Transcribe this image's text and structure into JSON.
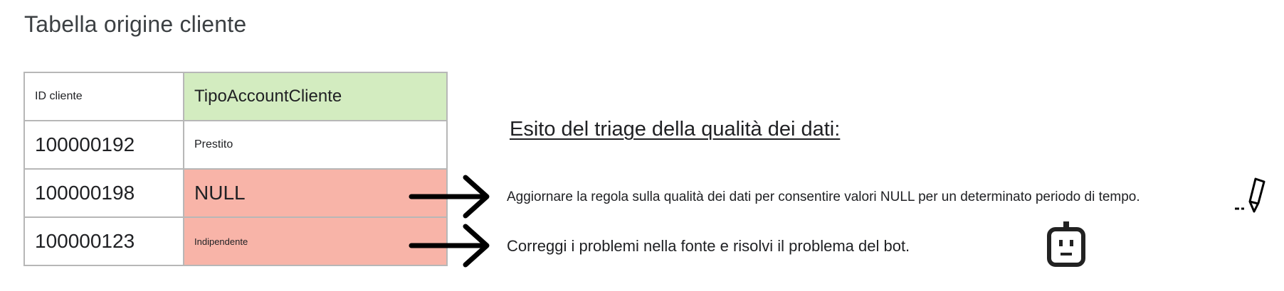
{
  "title": "Tabella origine cliente",
  "table": {
    "headers": [
      "ID cliente",
      "TipoAccountCliente"
    ],
    "rows": [
      {
        "id": "100000192",
        "account_type": "Prestito"
      },
      {
        "id": "100000198",
        "account_type": "NULL"
      },
      {
        "id": "100000123",
        "account_type": "Indipendente"
      }
    ]
  },
  "outcome": {
    "title": "Esito del triage della qualità dei dati:",
    "items": [
      "Aggiornare la regola sulla qualità dei dati per consentire valori NULL per un determinato periodo di tempo.",
      "Correggi i problemi nella fonte e risolvi il problema del bot."
    ]
  },
  "icons": {
    "edit": "pencil-icon",
    "bot": "robot-icon",
    "arrow": "right-arrow-icon"
  },
  "colors": {
    "header_highlight": "#d3ecc0",
    "error_highlight": "#f8b4a8",
    "border": "#b7b7b7"
  }
}
